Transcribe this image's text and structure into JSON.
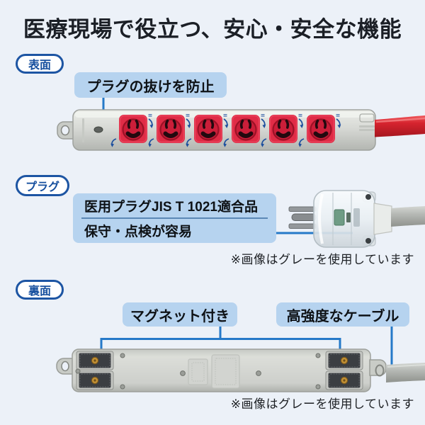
{
  "title": "医療現場で役立つ、安心・安全な機能",
  "front_section": {
    "badge": "表面",
    "callout": "プラグの抜けを防止"
  },
  "plug_section": {
    "badge": "プラグ",
    "feature_line1": "医用プラグJIS T 1021適合品",
    "feature_line2": "保守・点検が容易",
    "note": "※画像はグレーを使用しています"
  },
  "back_section": {
    "badge": "裏面",
    "callout_magnet": "マグネット付き",
    "callout_cable": "高強度なケーブル",
    "note": "※画像はグレーを使用しています"
  },
  "colors": {
    "background": "#ecf1f8",
    "badge_blue": "#1d55a3",
    "callout_blue": "#b6d3ef",
    "connector_blue": "#2579c8",
    "outlet_red": "#e02c46",
    "cable_red": "#d6242f",
    "body_gray": "#d6d8d4",
    "title_text": "#1b1f26"
  }
}
